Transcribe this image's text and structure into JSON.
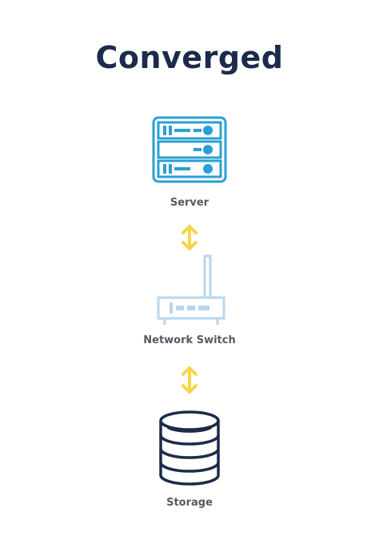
{
  "title": "Converged",
  "nodes": [
    {
      "label": "Server",
      "icon": "server-rack-icon",
      "color": "#2a9fd6"
    },
    {
      "label": "Network Switch",
      "icon": "network-switch-icon",
      "color": "#b8d6ec"
    },
    {
      "label": "Storage",
      "icon": "storage-database-icon",
      "color": "#1c2b4b"
    }
  ],
  "connectors": [
    {
      "icon": "bidirectional-arrow-icon",
      "color": "#f5d54a"
    },
    {
      "icon": "bidirectional-arrow-icon",
      "color": "#f5d54a"
    }
  ],
  "colors": {
    "title": "#1c2b4b",
    "label": "#555a62"
  }
}
